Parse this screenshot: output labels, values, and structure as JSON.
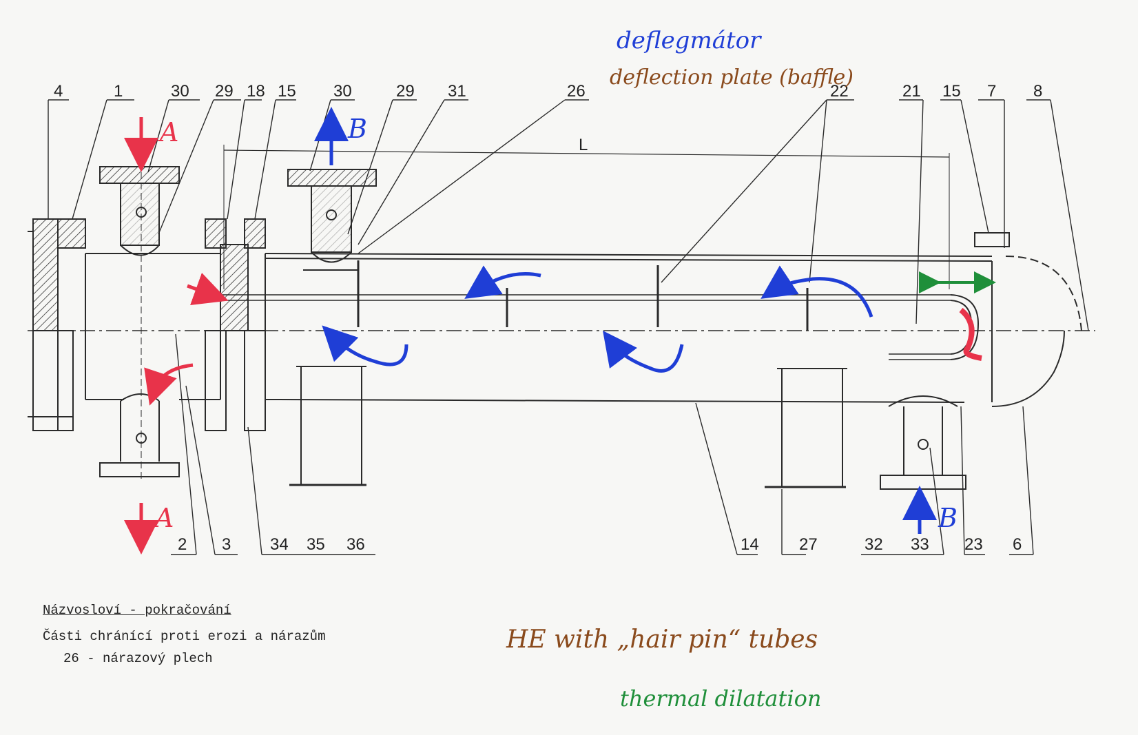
{
  "annotations": {
    "title_cz": "deflegmátor",
    "title_en": "deflection plate (baffle)",
    "he_label": "HE with „hair pin“ tubes",
    "thermal": "thermal dilatation",
    "flow_a": "A",
    "flow_b": "B",
    "length_label": "L"
  },
  "top_labels": [
    "4",
    "1",
    "30",
    "29",
    "18",
    "15",
    "30",
    "29",
    "31",
    "26",
    "22",
    "21",
    "15",
    "7",
    "8"
  ],
  "bottom_labels": [
    "2",
    "3",
    "34",
    "35",
    "36",
    "14",
    "27",
    "32",
    "33",
    "23",
    "6"
  ],
  "legend": {
    "heading": "Názvosloví - pokračování",
    "subheading": "Části chránící proti erozi a nárazům",
    "item": "26 - nárazový plech"
  },
  "colors": {
    "ink": "#2a2a2a",
    "red": "#e8334a",
    "blue": "#1f3ed6",
    "brown": "#8a4a1c",
    "green": "#1f8f3a"
  }
}
